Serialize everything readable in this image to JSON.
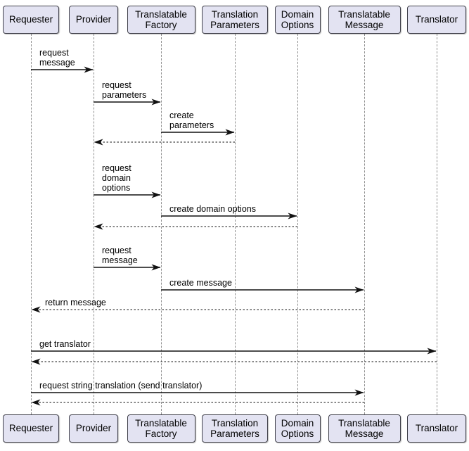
{
  "diagram": {
    "type": "uml-sequence-diagram",
    "participants": [
      {
        "name": "Requester"
      },
      {
        "name": "Provider"
      },
      {
        "name": "Translatable Factory"
      },
      {
        "name": "Translation Parameters"
      },
      {
        "name": "Domain Options"
      },
      {
        "name": "Translatable Message"
      },
      {
        "name": "Translator"
      }
    ],
    "messages": [
      {
        "label": "request\nmessage",
        "from": "Requester",
        "to": "Provider",
        "line": "solid"
      },
      {
        "label": "request\nparameters",
        "from": "Provider",
        "to": "Translatable Factory",
        "line": "solid"
      },
      {
        "label": "create\nparameters",
        "from": "Translatable Factory",
        "to": "Translation Parameters",
        "line": "solid"
      },
      {
        "label": "",
        "from": "Translation Parameters",
        "to": "Provider",
        "line": "dashed"
      },
      {
        "label": "request\ndomain\noptions",
        "from": "Provider",
        "to": "Translatable Factory",
        "line": "solid"
      },
      {
        "label": "create domain options",
        "from": "Translatable Factory",
        "to": "Domain Options",
        "line": "solid"
      },
      {
        "label": "",
        "from": "Domain Options",
        "to": "Provider",
        "line": "dashed"
      },
      {
        "label": "request\nmessage",
        "from": "Provider",
        "to": "Translatable Factory",
        "line": "solid"
      },
      {
        "label": "create message",
        "from": "Translatable Factory",
        "to": "Translatable Message",
        "line": "solid"
      },
      {
        "label": "return message",
        "from": "Translatable Message",
        "to": "Requester",
        "line": "dashed"
      },
      {
        "label": "get translator",
        "from": "Requester",
        "to": "Translator",
        "line": "solid"
      },
      {
        "label": "",
        "from": "Translator",
        "to": "Requester",
        "line": "dashed"
      },
      {
        "label": "request string translation (send translator)",
        "from": "Requester",
        "to": "Translatable Message",
        "line": "solid"
      },
      {
        "label": "",
        "from": "Translatable Message",
        "to": "Requester",
        "line": "dashed"
      }
    ]
  },
  "colors": {
    "background": "#ffffff",
    "participant_fill": "#e3e3f2",
    "participant_border": "#41414b",
    "lifeline": "#8f8f8f",
    "arrow": "#111111",
    "text": "#000000"
  }
}
